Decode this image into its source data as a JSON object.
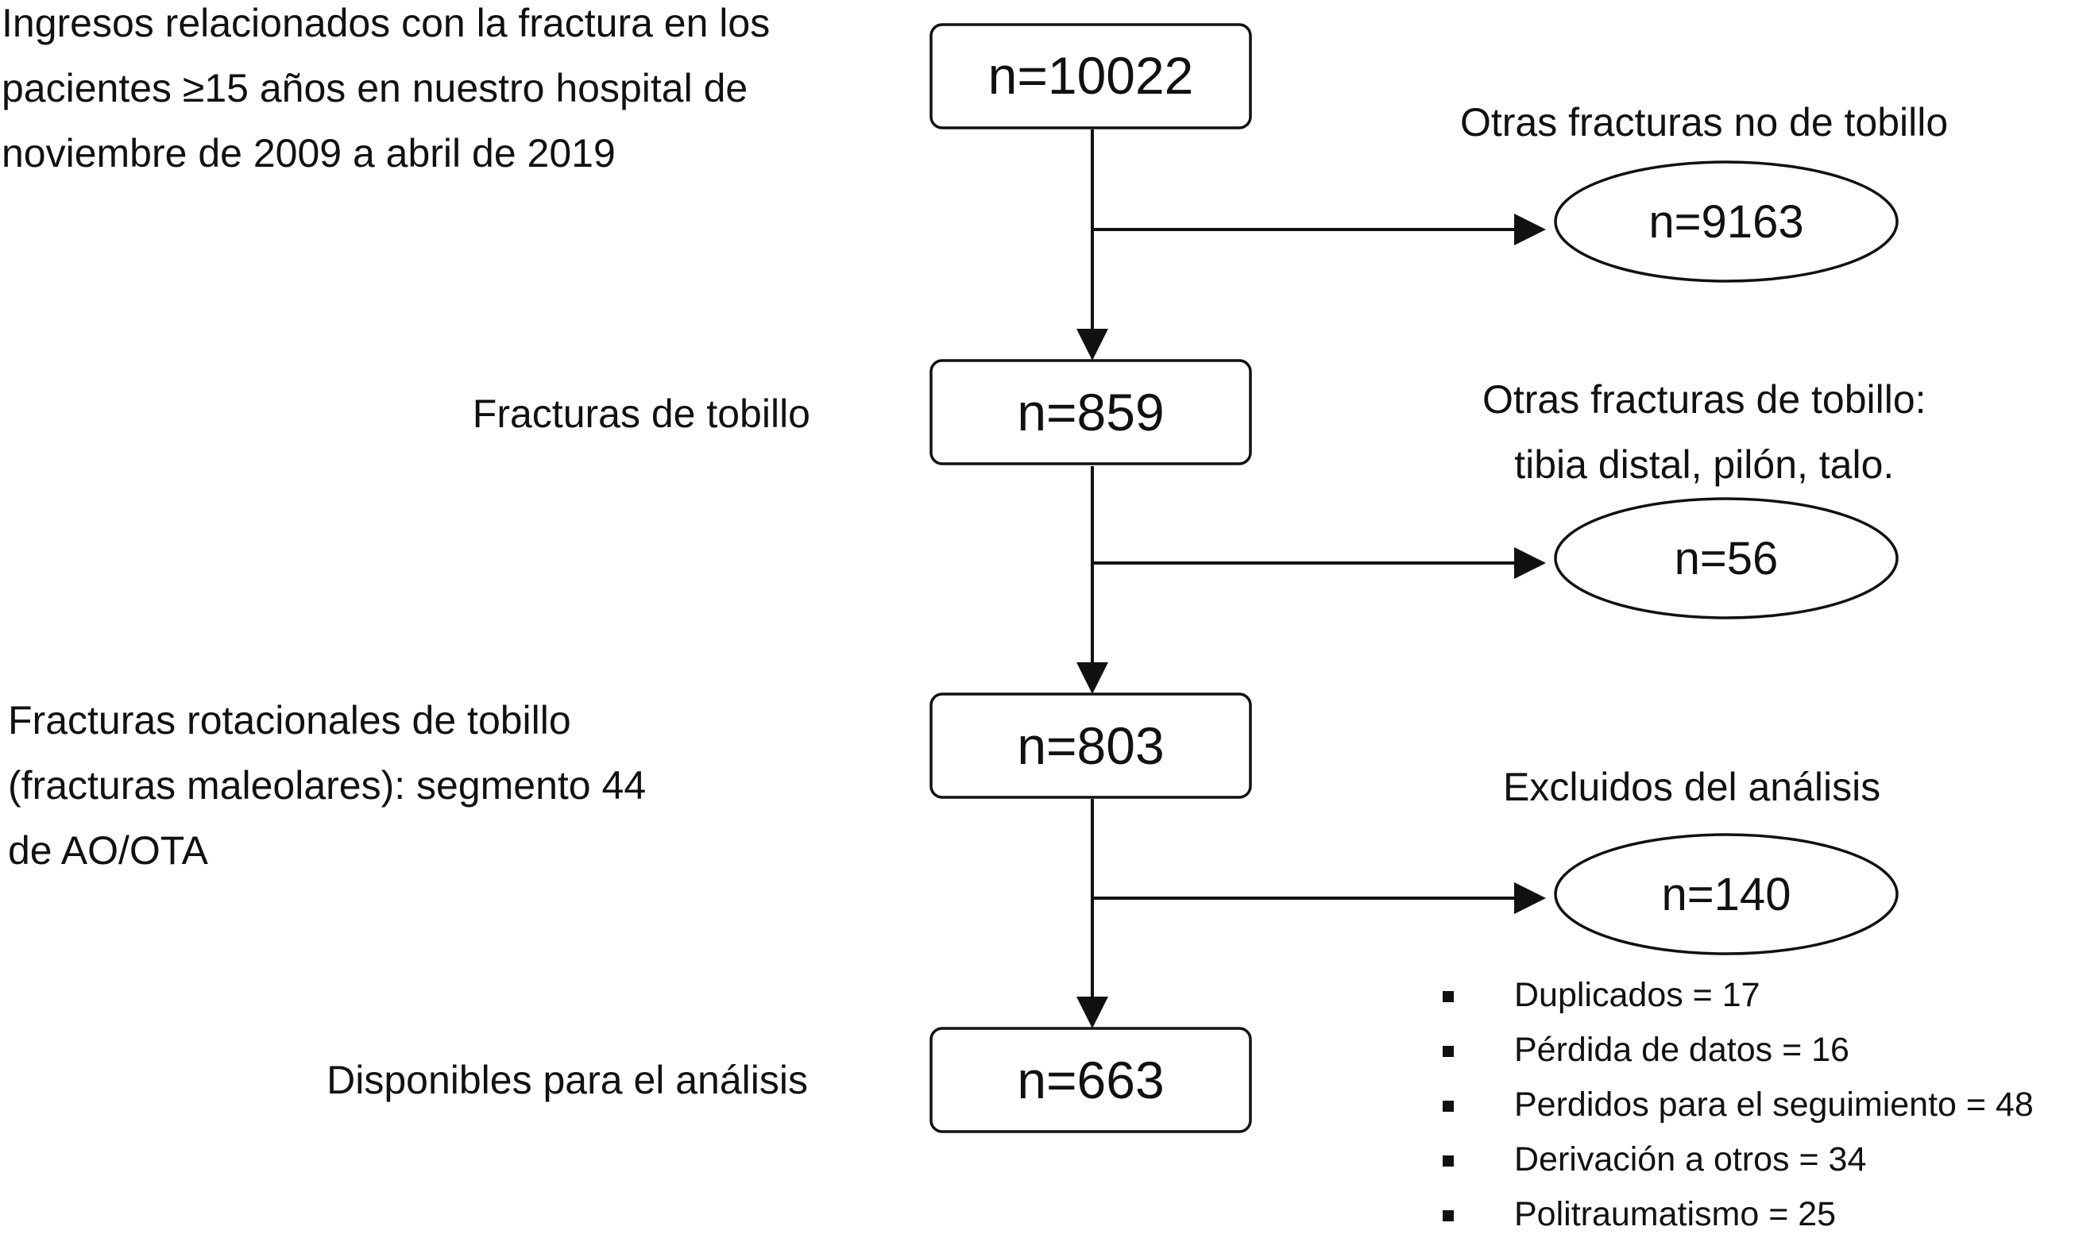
{
  "steps": [
    {
      "label_lines": [
        "Ingresos relacionados con la fractura en los",
        "pacientes ≥15 años en nuestro hospital de",
        "noviembre de 2009 a abril de 2019"
      ],
      "count": "n=10022"
    },
    {
      "label_lines": [
        "Fracturas de tobillo"
      ],
      "count": "n=859"
    },
    {
      "label_lines": [
        "Fracturas rotacionales de tobillo",
        "(fracturas maleolares): segmento 44",
        "de AO/OTA"
      ],
      "count": "n=803"
    },
    {
      "label_lines": [
        "Disponibles para el análisis"
      ],
      "count": "n=663"
    }
  ],
  "exclusions": [
    {
      "label_lines": [
        "Otras fracturas no de tobillo"
      ],
      "count": "n=9163"
    },
    {
      "label_lines": [
        "Otras fracturas de tobillo:",
        "tibia distal, pilón, talo."
      ],
      "count": "n=56"
    },
    {
      "label_lines": [
        "Excluidos del análisis"
      ],
      "count": "n=140",
      "reasons": [
        "Duplicados = 17",
        "Pérdida de datos = 16",
        "Perdidos para el seguimiento = 48",
        "Derivación a otros = 34",
        "Politraumatismo = 25"
      ]
    }
  ]
}
